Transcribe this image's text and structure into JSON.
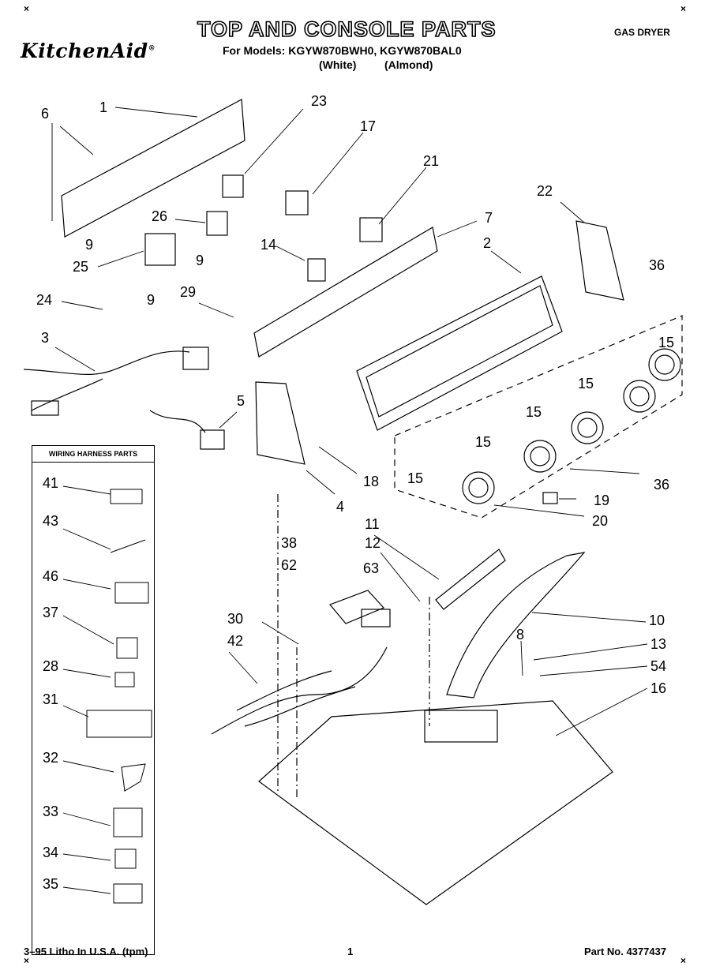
{
  "header": {
    "brand": "KitchenAid",
    "brand_mark": "®",
    "title": "TOP AND CONSOLE PARTS",
    "models_line": "For Models: KGYW870BWH0, KGYW870BAL0",
    "variant_white": "(White)",
    "variant_almond": "(Almond)",
    "product": "GAS DRYER"
  },
  "harness_box": {
    "title": "WIRING HARNESS PARTS"
  },
  "callouts": [
    "1",
    "6",
    "9",
    "23",
    "17",
    "21",
    "22",
    "26",
    "25",
    "14",
    "7",
    "2",
    "36",
    "24",
    "29",
    "9",
    "9",
    "3",
    "15",
    "15",
    "15",
    "15",
    "15",
    "5",
    "18",
    "4",
    "36",
    "19",
    "20",
    "11",
    "12",
    "38",
    "62",
    "63",
    "10",
    "30",
    "42",
    "8",
    "13",
    "54",
    "16",
    "41",
    "43",
    "46",
    "37",
    "28",
    "31",
    "32",
    "33",
    "34",
    "35"
  ],
  "footer": {
    "print_info": "3–95 Litho In U.S.A. (tpm)",
    "page_number": "1",
    "part_number": "Part No. 4377437"
  }
}
